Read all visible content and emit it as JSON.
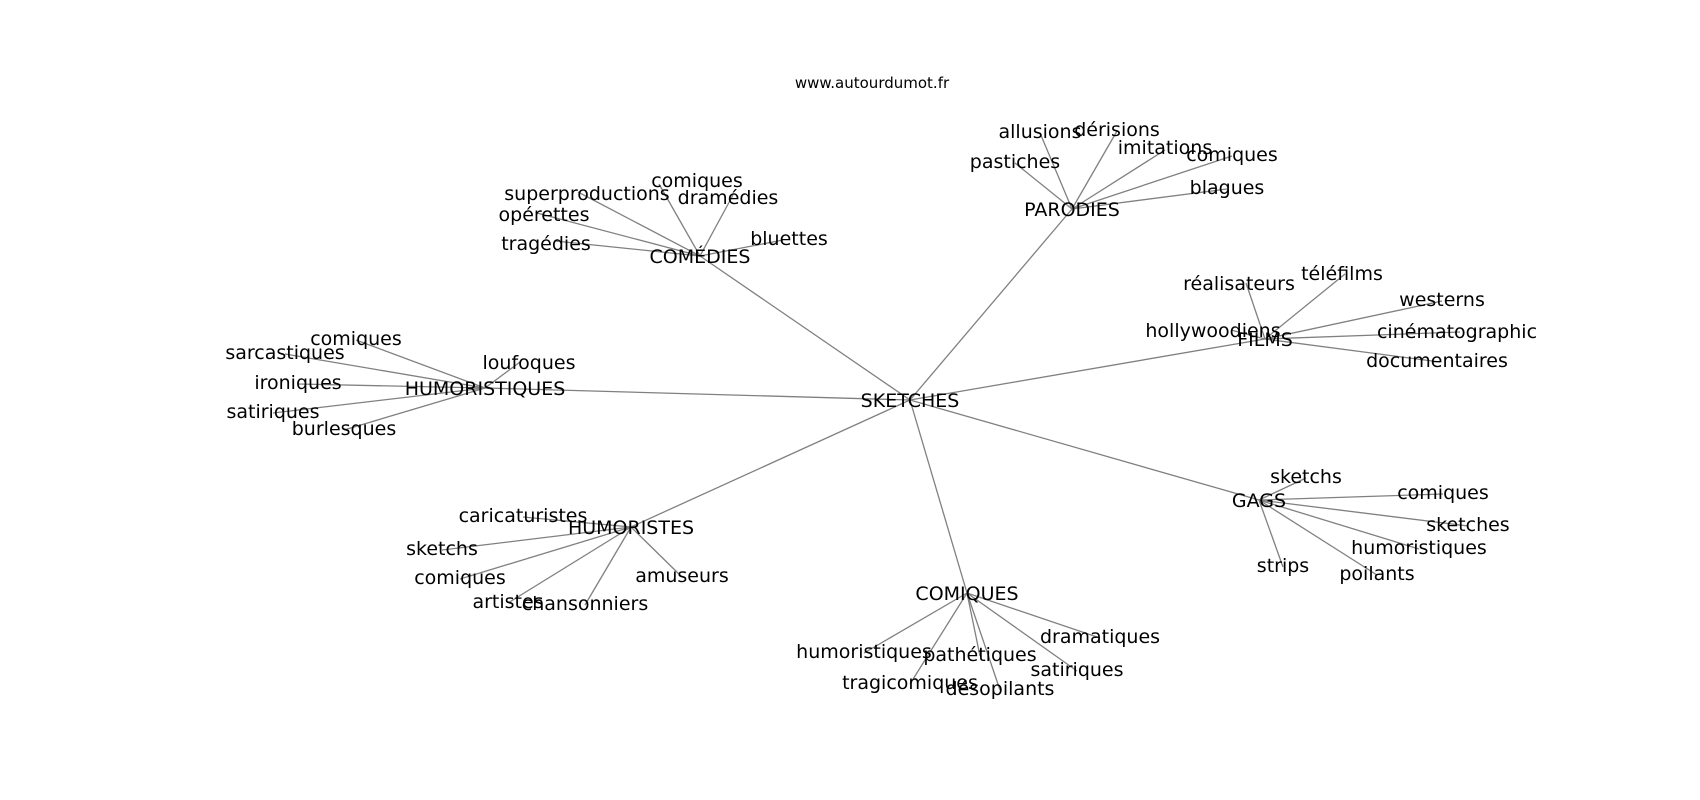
{
  "source": "www.autourdumot.fr",
  "root": "SKETCHES",
  "groups": [
    {
      "id": "comedies",
      "label": "COMÉDIES",
      "leaves": [
        "comiques",
        "superproductions",
        "dramédies",
        "opérettes",
        "bluettes",
        "tragédies"
      ]
    },
    {
      "id": "parodies",
      "label": "PARODIES",
      "leaves": [
        "allusions",
        "dérisions",
        "imitations",
        "pastiches",
        "comiques",
        "blagues"
      ]
    },
    {
      "id": "films",
      "label": "FILMS",
      "leaves": [
        "réalisateurs",
        "téléfilms",
        "westerns",
        "hollywoodiens",
        "cinématographic",
        "documentaires"
      ]
    },
    {
      "id": "humoristiques",
      "label": "HUMORISTIQUES",
      "leaves": [
        "comiques",
        "sarcastiques",
        "loufoques",
        "ironiques",
        "satiriques",
        "burlesques"
      ]
    },
    {
      "id": "gags",
      "label": "GAGS",
      "leaves": [
        "sketchs",
        "comiques",
        "sketches",
        "humoristiques",
        "poilants",
        "strips"
      ]
    },
    {
      "id": "humoristes",
      "label": "HUMORISTES",
      "leaves": [
        "caricaturistes",
        "sketchs",
        "comiques",
        "amuseurs",
        "artistes",
        "chansonniers"
      ]
    },
    {
      "id": "comiques",
      "label": "COMIQUES",
      "leaves": [
        "dramatiques",
        "humoristiques",
        "pathétiques",
        "satiriques",
        "tragicomiques",
        "désopilants"
      ]
    }
  ]
}
